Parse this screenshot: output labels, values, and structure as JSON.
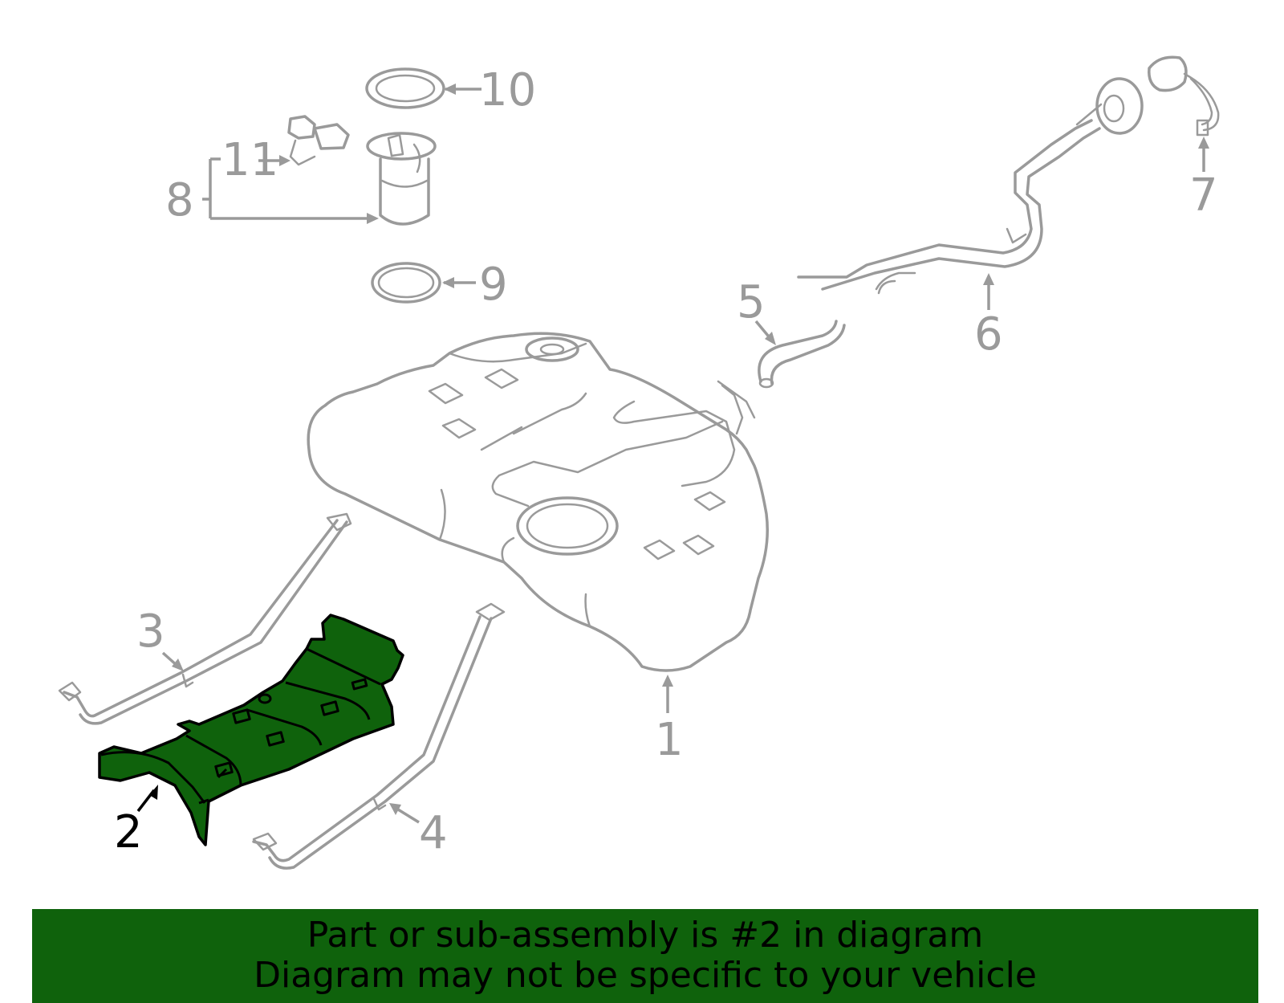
{
  "callouts": {
    "c1": "1",
    "c2": "2",
    "c3": "3",
    "c4": "4",
    "c5": "5",
    "c6": "6",
    "c7": "7",
    "c8": "8",
    "c9": "9",
    "c10": "10",
    "c11": "11"
  },
  "highlighted_part": "2",
  "colors": {
    "highlight": "#0f620c",
    "part_outline": "#9a9a9a",
    "highlight_outline": "#000000"
  },
  "banner": {
    "line1": "Part or sub-assembly is #2 in diagram",
    "line2": "Diagram may not be specific to your vehicle"
  }
}
